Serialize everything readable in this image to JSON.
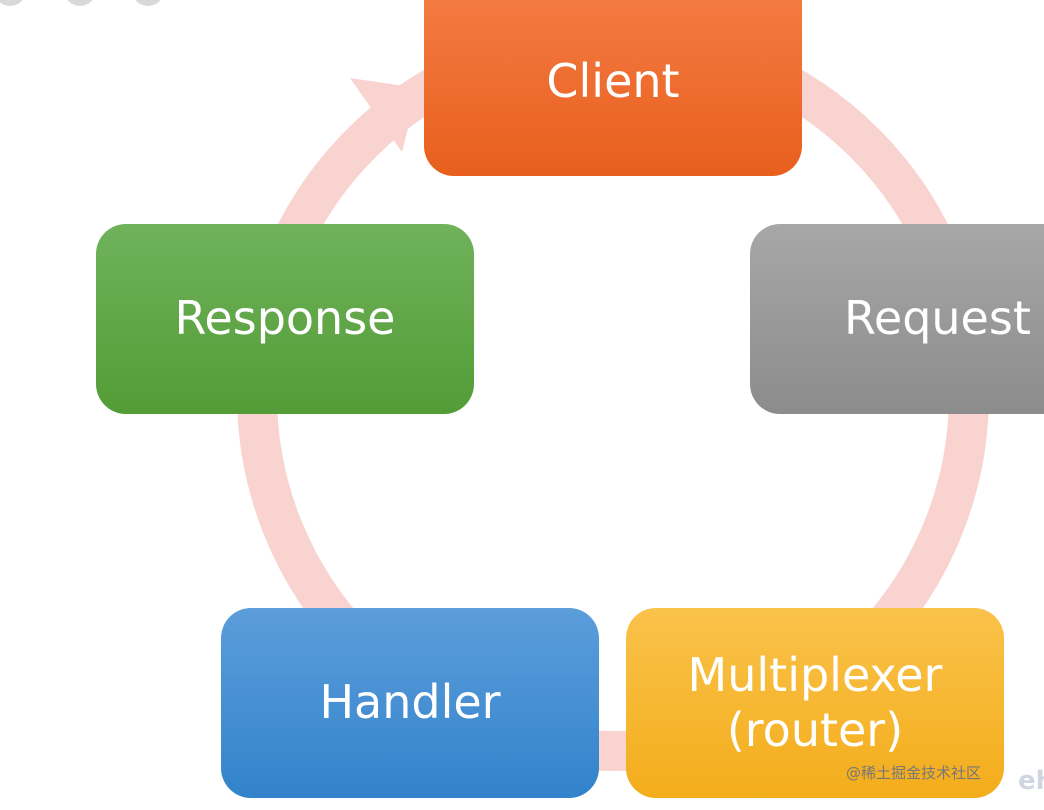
{
  "diagram": {
    "cycle_color": "#f9d3cf",
    "nodes": [
      {
        "id": "client",
        "label": "Client",
        "color": "#ec6a2c"
      },
      {
        "id": "request",
        "label": "Request",
        "color": "#999999"
      },
      {
        "id": "multiplexer",
        "label": "Multiplexer\n(router)",
        "color": "#f7b52c"
      },
      {
        "id": "handler",
        "label": "Handler",
        "color": "#4490d3"
      },
      {
        "id": "response",
        "label": "Response",
        "color": "#60a645"
      }
    ]
  },
  "watermark": {
    "text": "@稀土掘金技术社区",
    "logo_text": "eh"
  }
}
